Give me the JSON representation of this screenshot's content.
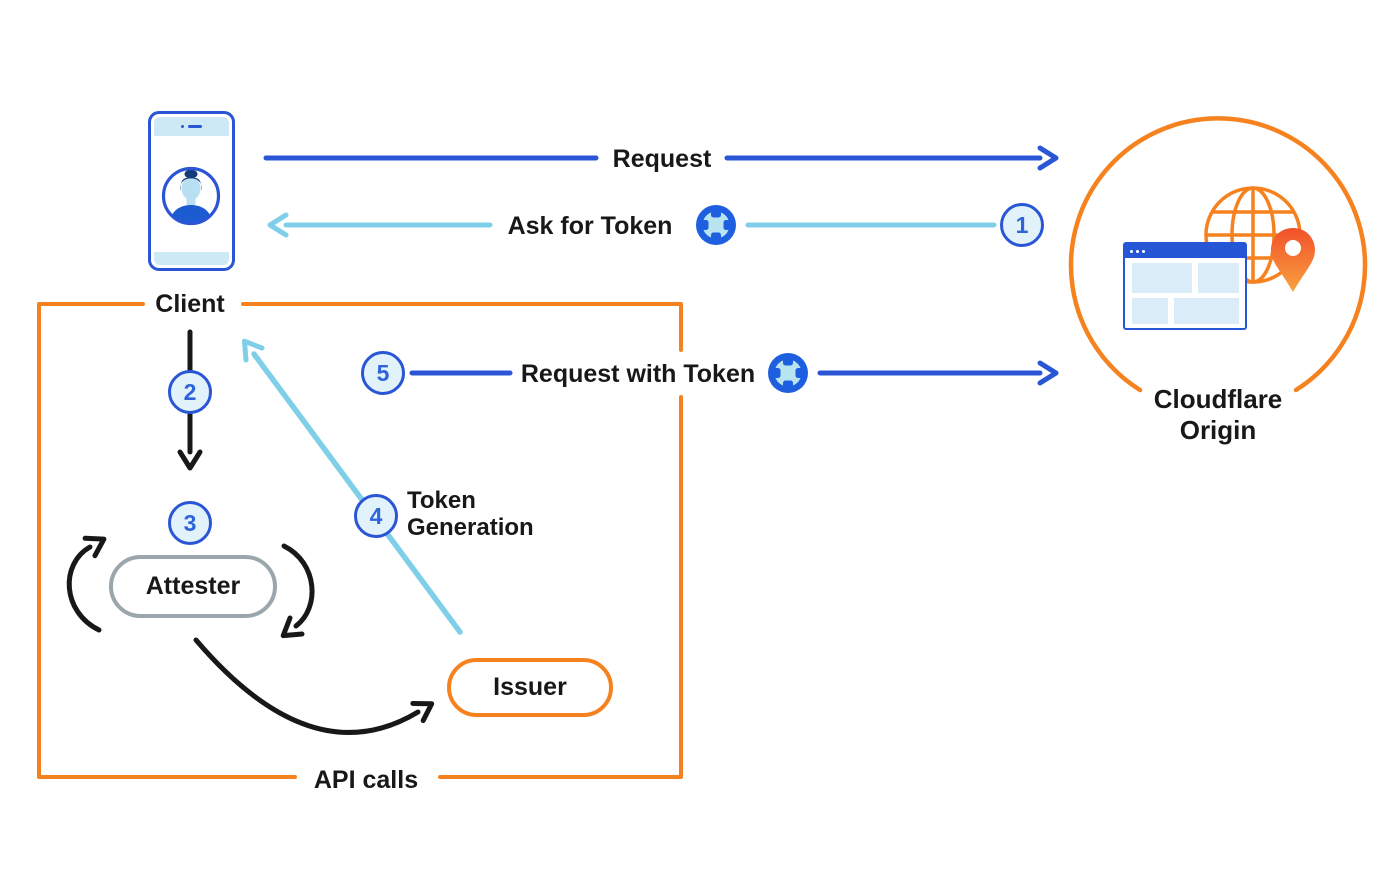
{
  "colors": {
    "blue": "#2a56d6",
    "sky": "#7fcfe9",
    "orange": "#f6821f",
    "ink": "#17181a",
    "step_fill": "#e2f2fb"
  },
  "nodes": {
    "client": {
      "label": "Client"
    },
    "origin": {
      "label": "Cloudflare Origin"
    },
    "attester": {
      "label": "Attester"
    },
    "issuer": {
      "label": "Issuer"
    }
  },
  "flows": {
    "request": {
      "label": "Request"
    },
    "ask_for_token": {
      "label": "Ask for Token",
      "step": "1"
    },
    "attest_request": {
      "step": "2"
    },
    "attestation": {
      "step": "3"
    },
    "token_generation": {
      "label": "Token Generation",
      "step": "4"
    },
    "request_with_token": {
      "label": "Request with Token",
      "step": "5"
    }
  },
  "group": {
    "label": "API calls"
  },
  "icons": [
    "token-icon",
    "client-phone-icon",
    "user-avatar",
    "globe-icon",
    "browser-window-icon",
    "location-pin-icon"
  ]
}
